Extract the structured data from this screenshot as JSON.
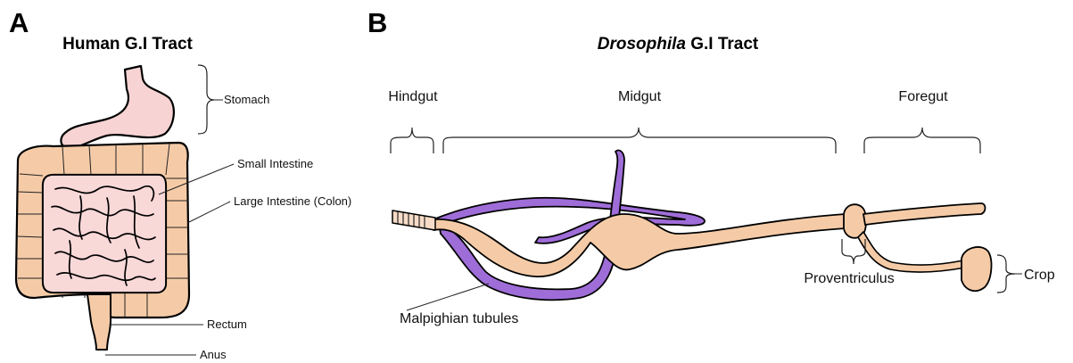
{
  "panel_a": {
    "letter": "A",
    "title": "Human G.I Tract",
    "labels": {
      "stomach": "Stomach",
      "small_intestine": "Small Intestine",
      "large_intestine": "Large Intestine (Colon)",
      "rectum": "Rectum",
      "anus": "Anus"
    }
  },
  "panel_b": {
    "letter": "B",
    "title_italic": "Drosophila",
    "title_rest": " G.I Tract",
    "labels": {
      "hindgut": "Hindgut",
      "midgut": "Midgut",
      "foregut": "Foregut",
      "malpighian_tubules": "Malpighian tubules",
      "proventriculus": "Proventriculus",
      "crop": "Crop"
    }
  },
  "colors": {
    "stomach_fill": "#f7d3d3",
    "intestine_fill": "#f5cba7",
    "small_intestine_fill": "#f9d8d8",
    "tubule_fill": "#9f6dd8",
    "hindgut_fill": "#f6dcc8",
    "outline": "#000000"
  }
}
